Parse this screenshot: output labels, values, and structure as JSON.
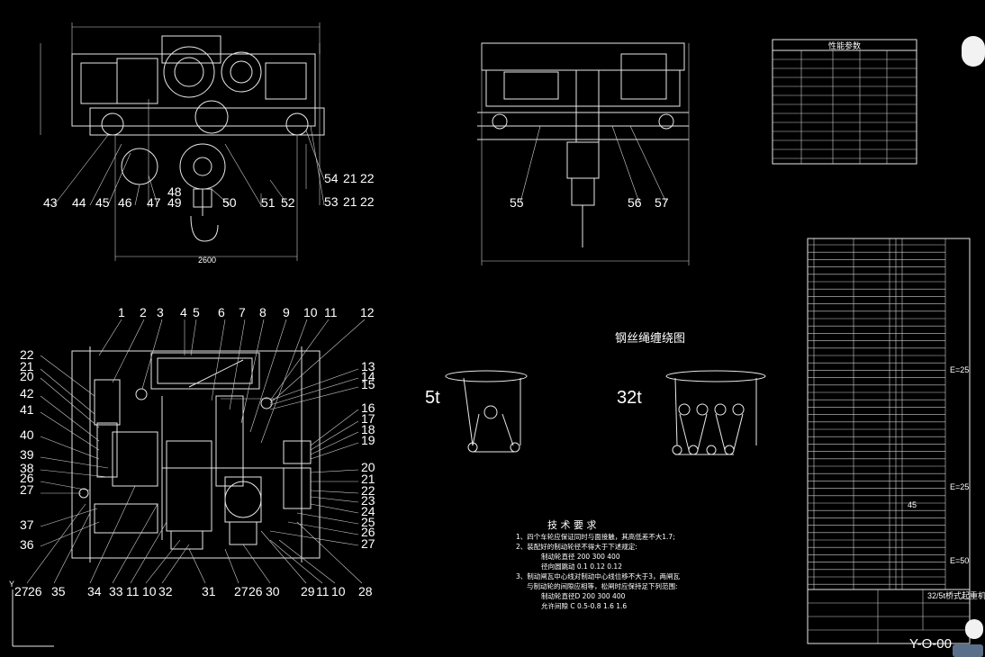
{
  "top_left_view": {
    "labels": [
      "43",
      "44",
      "45",
      "46",
      "47",
      "48",
      "49",
      "50",
      "51",
      "52",
      "54",
      "21",
      "22",
      "53",
      "21",
      "22"
    ],
    "dims": [
      "2600"
    ]
  },
  "top_mid_view": {
    "labels": [
      "55",
      "56",
      "57"
    ]
  },
  "plan_view": {
    "top_labels": [
      "1",
      "2",
      "3",
      "4",
      "5",
      "6",
      "7",
      "8",
      "9",
      "10",
      "11",
      "12"
    ],
    "left_labels": [
      "22",
      "21",
      "20",
      "42",
      "41",
      "40",
      "39",
      "38",
      "26",
      "27",
      "37",
      "36"
    ],
    "right_labels": [
      "13",
      "14",
      "15",
      "16",
      "17",
      "18",
      "19",
      "20",
      "21",
      "22",
      "23",
      "24",
      "25",
      "26",
      "27"
    ],
    "bottom_labels": [
      "27",
      "26",
      "35",
      "34",
      "33",
      "11",
      "10",
      "32",
      "31",
      "27",
      "26",
      "30",
      "29",
      "11",
      "10",
      "28"
    ]
  },
  "rope_diagram": {
    "title": "钢丝绳缠绕图",
    "left_label": "5t",
    "right_label": "32t"
  },
  "tech_requirements": {
    "title": "技 术 要 求",
    "lines": [
      "1、四个车轮应保证同时与面接触，其高低差不大1.7;",
      "2、装配好的制动轮径不得大于下述规定:",
      "制动轮直径 200    300    400",
      "径向圆跳动 0.1     0.12   0.12",
      "3、制动闸瓦中心线对制动中心线位移不大于3，两闸瓦",
      "与制动轮的间隙应相等，松闸时应保持足下列范围:",
      "制动轮直径D 200    300    400",
      "允许间隙 C 0.5-0.8  1.6    1.6"
    ]
  },
  "param_table": {
    "title": "性能参数"
  },
  "bom_table": {
    "side_marks": [
      "E=25",
      "E=25",
      "E=50"
    ],
    "mid_value": "45"
  },
  "title_block": {
    "code": "Y-O-00",
    "line1": "32/5t桥式起重机"
  },
  "axis_marker": "Y"
}
